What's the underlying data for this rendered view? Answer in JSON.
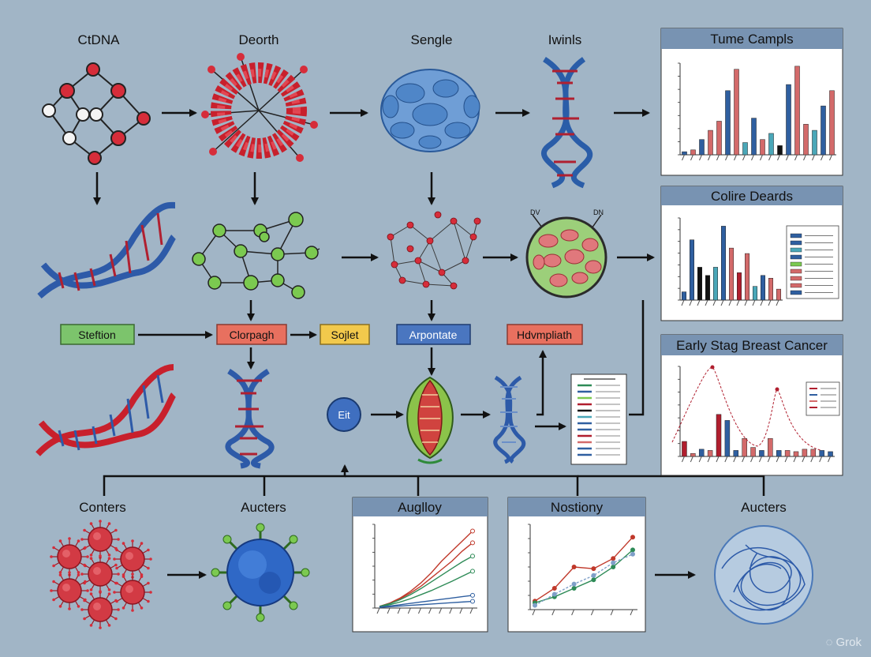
{
  "top_labels": [
    "CtDNA",
    "Deorth",
    "Sengle",
    "Iwinls"
  ],
  "bottom_labels": [
    "Conters",
    "Aucters",
    "Aucters"
  ],
  "flow_boxes": [
    {
      "label": "Steftion",
      "color": "#7cc46c"
    },
    {
      "label": "Clorpagh",
      "color": "#e8705f"
    },
    {
      "label": "Sojlet",
      "color": "#f2c94c"
    },
    {
      "label": "Arpontate",
      "color": "#4a76c0"
    },
    {
      "label": "Hdvmpliath",
      "color": "#e8705f"
    }
  ],
  "node_labels": {
    "eit": "Eit",
    "dv1": "DV",
    "dv2": "DN"
  },
  "panels": {
    "tumor": {
      "title": "Tume Campls"
    },
    "coline": {
      "title": "Colire Deards"
    },
    "early": {
      "title": "Early Stag Breast Cancer"
    },
    "auglloy": {
      "title": "Auglloy"
    },
    "nostiony": {
      "title": "Nostiony"
    }
  },
  "watermark": {
    "text": "Grok"
  },
  "chart_data": [
    {
      "type": "bar",
      "title": "Tume Campls",
      "values": [
        5,
        8,
        25,
        40,
        55,
        105,
        140,
        20,
        60,
        25,
        35,
        15,
        115,
        145,
        50,
        40,
        80,
        105
      ],
      "colors": [
        "#2f5fa0",
        "#d36a6a",
        "#2f5fa0",
        "#d36a6a",
        "#d36a6a",
        "#2f5fa0",
        "#d36a6a",
        "#4aa7b8",
        "#2f5fa0",
        "#d36a6a",
        "#4aa7b8",
        "#111111",
        "#2f5fa0",
        "#d36a6a",
        "#d36a6a",
        "#4aa7b8",
        "#2f5fa0",
        "#d36a6a"
      ],
      "ylim": [
        0,
        150
      ]
    },
    {
      "type": "bar",
      "title": "Colire Deards",
      "values": [
        15,
        110,
        60,
        45,
        60,
        135,
        95,
        50,
        85,
        25,
        45,
        40,
        20
      ],
      "colors": [
        "#2f5fa0",
        "#2f5fa0",
        "#111111",
        "#111111",
        "#4aa7b8",
        "#2f5fa0",
        "#d36a6a",
        "#b01e2e",
        "#d36a6a",
        "#4aa7b8",
        "#2f5fa0",
        "#d36a6a",
        "#d36a6a"
      ],
      "ylim": [
        0,
        150
      ]
    },
    {
      "type": "bar",
      "title": "Early Stag Breast Cancer",
      "values": [
        25,
        5,
        12,
        10,
        70,
        60,
        10,
        30,
        15,
        10,
        30,
        10,
        10,
        8,
        12,
        12,
        10,
        8
      ],
      "colors": [
        "#b01e2e",
        "#d36a6a",
        "#2f5fa0",
        "#d36a6a",
        "#b01e2e",
        "#2f5fa0",
        "#2f5fa0",
        "#d36a6a",
        "#d36a6a",
        "#2f5fa0",
        "#d36a6a",
        "#2f5fa0",
        "#d36a6a",
        "#d36a6a",
        "#d36a6a",
        "#d36a6a",
        "#2f5fa0",
        "#2f5fa0"
      ],
      "ylim": [
        0,
        150
      ]
    },
    {
      "type": "line",
      "title": "Auglloy",
      "x": [
        0,
        1,
        2,
        3,
        4,
        5,
        6,
        7,
        8,
        9
      ],
      "series": [
        {
          "color": "#c0392b",
          "values": [
            5,
            15,
            30,
            50,
            75,
            105,
            140,
            170,
            200,
            230
          ]
        },
        {
          "color": "#c0392b",
          "values": [
            5,
            14,
            28,
            45,
            65,
            90,
            115,
            140,
            170,
            195
          ]
        },
        {
          "color": "#2e8b57",
          "values": [
            5,
            13,
            25,
            40,
            58,
            78,
            98,
            118,
            138,
            155
          ]
        },
        {
          "color": "#2e8b57",
          "values": [
            4,
            10,
            18,
            28,
            40,
            52,
            66,
            80,
            95,
            110
          ]
        },
        {
          "color": "#2f5fa0",
          "values": [
            3,
            6,
            10,
            14,
            18,
            22,
            26,
            30,
            34,
            38
          ]
        },
        {
          "color": "#2f5fa0",
          "values": [
            2,
            4,
            6,
            8,
            10,
            12,
            14,
            16,
            18,
            20
          ]
        }
      ],
      "ylim": [
        0,
        250
      ]
    },
    {
      "type": "line",
      "title": "Nostiony",
      "x": [
        0,
        1,
        2,
        3,
        4,
        5
      ],
      "series": [
        {
          "color": "#c0392b",
          "values": [
            10,
            25,
            50,
            48,
            60,
            85
          ]
        },
        {
          "color": "#2e8b57",
          "values": [
            8,
            15,
            25,
            35,
            50,
            70
          ]
        },
        {
          "color": "#7f9fc8",
          "values": [
            5,
            18,
            30,
            40,
            55,
            65
          ]
        }
      ],
      "ylim": [
        0,
        100
      ]
    }
  ]
}
